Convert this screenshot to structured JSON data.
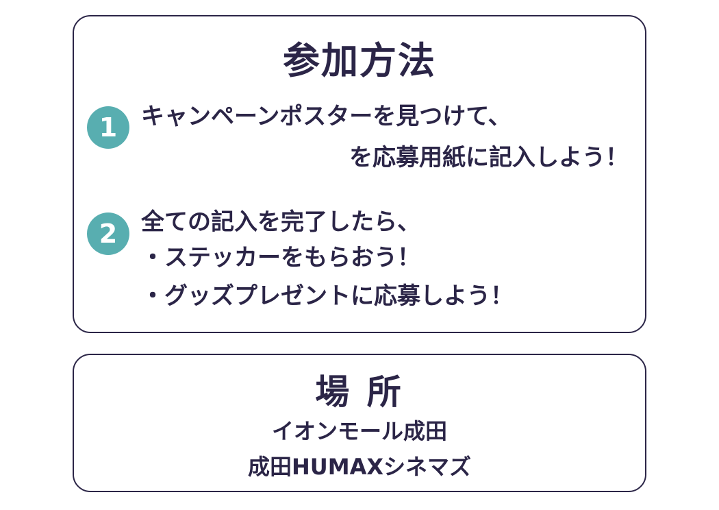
{
  "method": {
    "title": "参加方法",
    "steps": [
      {
        "number": "1",
        "lines": [
          "キャンペーンポスターを見つけて、",
          "を応募用紙に記入しよう！"
        ]
      },
      {
        "number": "2",
        "lines": [
          "全ての記入を完了したら、",
          "・ステッカーをもらおう！",
          "・グッズプレゼントに応募しよう！"
        ]
      }
    ]
  },
  "location": {
    "title": "場 所",
    "places": [
      "イオンモール成田",
      "成田HUMAXシネマズ"
    ]
  },
  "colors": {
    "text": "#2b2547",
    "badge": "#58aeb0",
    "border": "#2b2547"
  }
}
